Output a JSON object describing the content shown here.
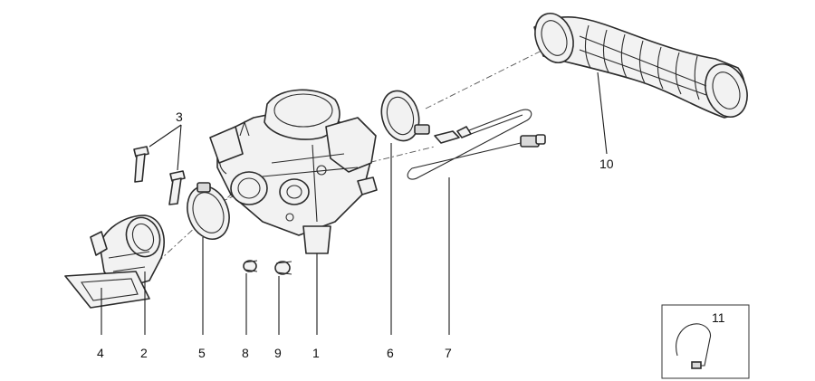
{
  "callouts": {
    "p1": "1",
    "p2": "2",
    "p3": "3",
    "p4": "4",
    "p5": "5",
    "p6": "6",
    "p7": "7",
    "p8": "8",
    "p9": "9",
    "p10": "10",
    "p11": "11"
  },
  "colors": {
    "line": "#2b2b2b",
    "fill": "#f2f2f2",
    "background": "#ffffff"
  }
}
